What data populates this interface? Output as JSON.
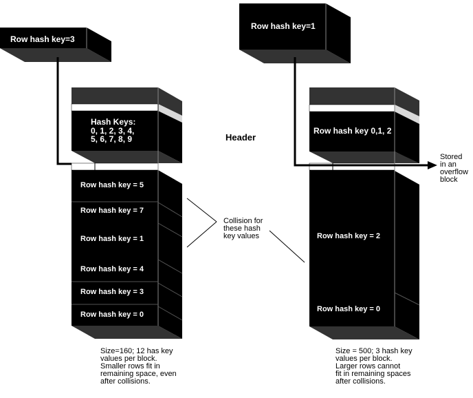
{
  "colors": {
    "block_black": "#000000",
    "block_dark_gray": "#333333",
    "slot_white": "#ffffff",
    "slot_light_gray": "#d9d9d9",
    "divider_gray": "#888888"
  },
  "header_label": "Header",
  "collision_label": "Collision for\nthese hash\nkey values",
  "left_diagram": {
    "input_key": "Row hash key=3",
    "header_keys": "Hash Keys:\n0, 1, 2, 3, 4,\n5, 6, 7, 8, 9",
    "rows": [
      "Row hash key = 5",
      "Row hash key = 7",
      "Row hash key = 1",
      "Row hash key = 4",
      "Row hash key = 3",
      "Row hash key = 0"
    ],
    "caption": "Size=160; 12 has key\nvalues per block.\nSmaller rows fit in\nremaining space, even\nafter collisions."
  },
  "right_diagram": {
    "input_key": "Row hash key=1",
    "header_keys": "Row hash key 0,1, 2",
    "rows": [
      "Row hash key = 2",
      "Row hash key = 0"
    ],
    "overflow_label": "Stored\nin an\noverflow\nblock",
    "caption": "Size = 500; 3 hash key\nvalues per block.\nLarger rows cannot\nfit in remaining spaces\nafter collisions."
  }
}
